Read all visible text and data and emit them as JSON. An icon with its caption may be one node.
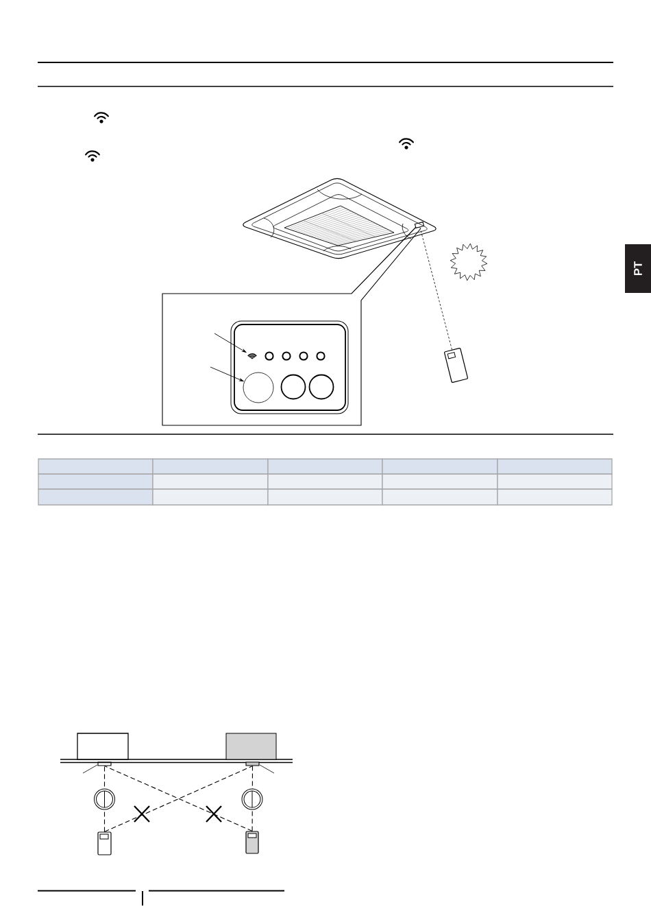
{
  "diagram": {
    "nodes": [
      {
        "text": [],
        "shape": "picture"
      },
      {
        "text": [],
        "shape": "circle"
      },
      {
        "text": [],
        "shape": "box"
      },
      {
        "text": [],
        "shape": "picture"
      },
      {
        "text": [],
        "shape": "box"
      },
      {
        "text": [],
        "shape": "box"
      },
      {
        "text": [],
        "shape": "box"
      },
      {
        "text": [],
        "shape": "box"
      },
      {
        "text": [],
        "shape": "picture"
      },
      {
        "text": [],
        "shape": "picture"
      }
    ],
    "edges": [
      {
        "from": null,
        "to": 0,
        "arrow": "to"
      },
      {
        "from": null,
        "to": 1,
        "arrow": "to"
      },
      {
        "from": 3,
        "to": 2,
        "arrow": "none",
        "style": "dashed"
      },
      {
        "from": 8,
        "to": 6,
        "arrow": "none",
        "style": "dashed"
      },
      {
        "from": 9,
        "to": 7,
        "arrow": "none",
        "style": "dashed"
      },
      {
        "from": 8,
        "to": 7,
        "arrow": "none",
        "style": "dashed"
      },
      {
        "from": 9,
        "to": 6,
        "arrow": "none",
        "style": "dashed"
      }
    ],
    "labels": [
      "PT"
    ]
  }
}
